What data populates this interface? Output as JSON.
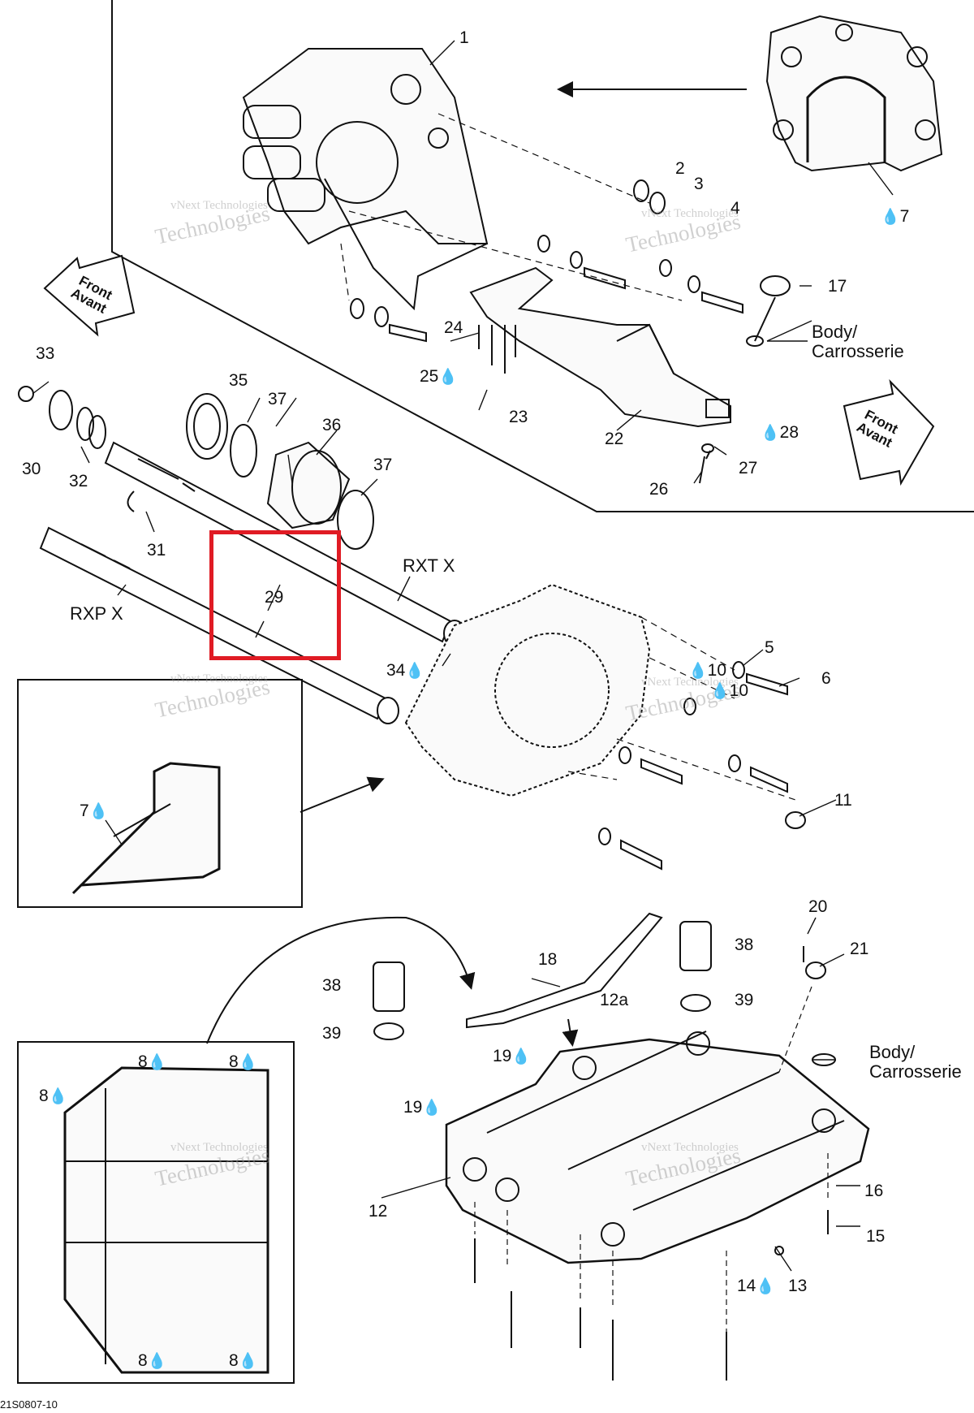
{
  "callouts": {
    "c1": "1",
    "c2": "2",
    "c3": "3",
    "c4": "4",
    "c5": "5",
    "c6": "6",
    "c7": "7",
    "c7b": "7",
    "c8a": "8",
    "c8b": "8",
    "c8c": "8",
    "c8d": "8",
    "c8e": "8",
    "c10a": "10",
    "c10b": "10",
    "c11": "11",
    "c12": "12",
    "c12a": "12a",
    "c13": "13",
    "c14": "14",
    "c15": "15",
    "c16": "16",
    "c17": "17",
    "c18": "18",
    "c19a": "19",
    "c19b": "19",
    "c20": "20",
    "c21": "21",
    "c22": "22",
    "c23": "23",
    "c24": "24",
    "c25": "25",
    "c26": "26",
    "c27": "27",
    "c28": "28",
    "c29": "29",
    "c30": "30",
    "c31": "31",
    "c32": "32",
    "c33": "33",
    "c34": "34",
    "c35": "35",
    "c36": "36",
    "c37a": "37",
    "c37b": "37",
    "c38a": "38",
    "c38b": "38",
    "c39a": "39",
    "c39b": "39"
  },
  "labels": {
    "body_top": "Body/",
    "carrosserie_top": "Carrosserie",
    "body_bottom": "Body/",
    "carrosserie_bottom": "Carrosserie",
    "rxt": "RXT X",
    "rxp": "RXP X",
    "front_left_1": "Front",
    "front_left_2": "Avant",
    "front_right_1": "Front",
    "front_right_2": "Avant",
    "drawing_code": "21S0807-10"
  },
  "watermark": {
    "line1": "vNext Technologies",
    "line2": "Technologies"
  },
  "colors": {
    "highlight": "#e01b24",
    "line": "#111111",
    "watermark": "#9a9a9a"
  },
  "icons": {
    "drop": "oil-drop-icon"
  }
}
